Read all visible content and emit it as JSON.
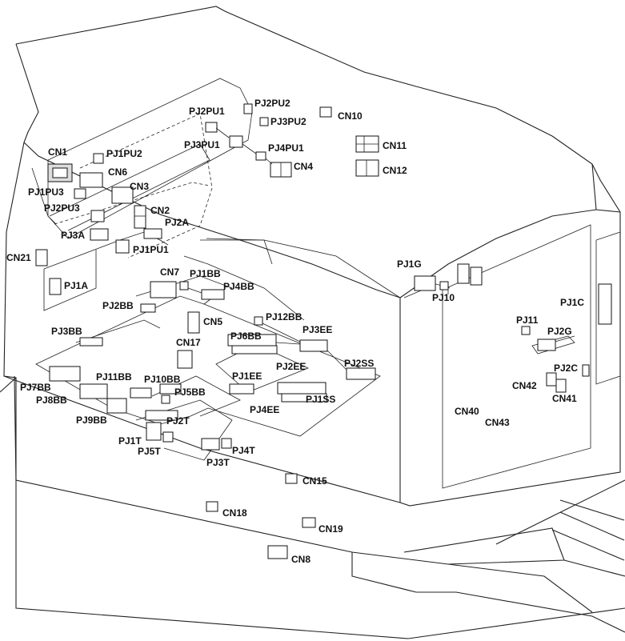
{
  "diagram": {
    "labels": {
      "CN1": "CN1",
      "CN2": "CN2",
      "CN3": "CN3",
      "CN4": "CN4",
      "CN5": "CN5",
      "CN6": "CN6",
      "CN7": "CN7",
      "CN8": "CN8",
      "CN10": "CN10",
      "CN11": "CN11",
      "CN12": "CN12",
      "CN15": "CN15",
      "CN17": "CN17",
      "CN18": "CN18",
      "CN19": "CN19",
      "CN21": "CN21",
      "CN40": "CN40",
      "CN41": "CN41",
      "CN42": "CN42",
      "CN43": "CN43",
      "PJ1PU1": "PJ1PU1",
      "PJ1PU2": "PJ1PU2",
      "PJ1PU3": "PJ1PU3",
      "PJ2PU1": "PJ2PU1",
      "PJ2PU2": "PJ2PU2",
      "PJ2PU3": "PJ2PU3",
      "PJ3PU1": "PJ3PU1",
      "PJ3PU2": "PJ3PU2",
      "PJ4PU1": "PJ4PU1",
      "PJ1A": "PJ1A",
      "PJ2A": "PJ2A",
      "PJ3A": "PJ3A",
      "PJ1BB": "PJ1BB",
      "PJ2BB": "PJ2BB",
      "PJ3BB": "PJ3BB",
      "PJ4BB": "PJ4BB",
      "PJ5BB": "PJ5BB",
      "PJ6BB": "PJ6BB",
      "PJ7BB": "PJ7BB",
      "PJ8BB": "PJ8BB",
      "PJ9BB": "PJ9BB",
      "PJ10BB": "PJ10BB",
      "PJ11BB": "PJ11BB",
      "PJ12BB": "PJ12BB",
      "PJ1EE": "PJ1EE",
      "PJ2EE": "PJ2EE",
      "PJ3EE": "PJ3EE",
      "PJ4EE": "PJ4EE",
      "PJ1SS": "PJ1SS",
      "PJ2SS": "PJ2SS",
      "PJ1T": "PJ1T",
      "PJ2T": "PJ2T",
      "PJ3T": "PJ3T",
      "PJ4T": "PJ4T",
      "PJ5T": "PJ5T",
      "PJ1G": "PJ1G",
      "PJ2G": "PJ2G",
      "PJ1C": "PJ1C",
      "PJ2C": "PJ2C",
      "PJ10": "PJ10",
      "PJ11": "PJ11"
    }
  }
}
